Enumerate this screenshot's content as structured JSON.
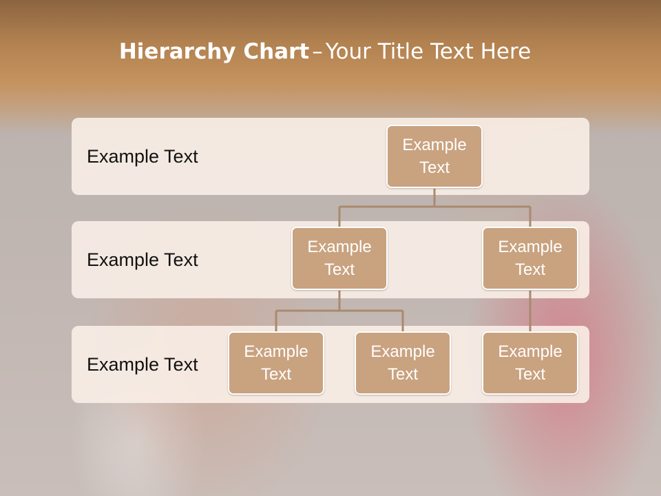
{
  "slide": {
    "title_bold": "Hierarchy Chart",
    "title_dash": "–",
    "title_rest": "Your Title Text Here"
  },
  "levels": [
    {
      "label": "Example Text"
    },
    {
      "label": "Example Text"
    },
    {
      "label": "Example Text"
    }
  ],
  "nodes": {
    "root": "Example Text",
    "level2_left": "Example Text",
    "level2_right": "Example Text",
    "level3_left": "Example Text",
    "level3_middle": "Example Text",
    "level3_right": "Example Text"
  },
  "colors": {
    "header": "#c5935f",
    "node_fill": "#c9a27f",
    "band_fill": "#faf0e8",
    "connector": "#a98a6e"
  }
}
